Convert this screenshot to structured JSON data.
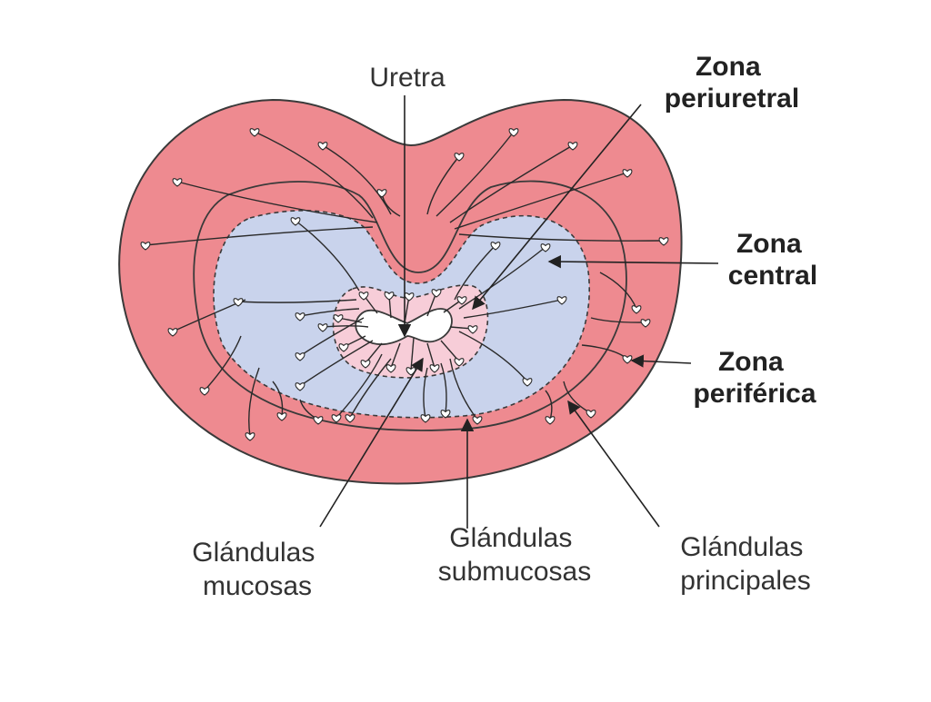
{
  "labels": {
    "uretra": "Uretra",
    "zona_periuretral": [
      "Zona",
      "periuretral"
    ],
    "zona_central": [
      "Zona",
      "central"
    ],
    "zona_periferica": [
      "Zona",
      "periférica"
    ],
    "glandulas_mucosas": [
      "Glándulas",
      "mucosas"
    ],
    "glandulas_submucosas": [
      "Glándulas",
      "submucosas"
    ],
    "glandulas_principales": [
      "Glándulas",
      "principales"
    ]
  },
  "colors": {
    "peripheral_zone": "#ee8a90",
    "central_zone": "#c9d3ec",
    "periurethral_zone": "#f7cdd8",
    "urethra_lumen": "#ffffff",
    "outline": "#3a3a3a"
  }
}
